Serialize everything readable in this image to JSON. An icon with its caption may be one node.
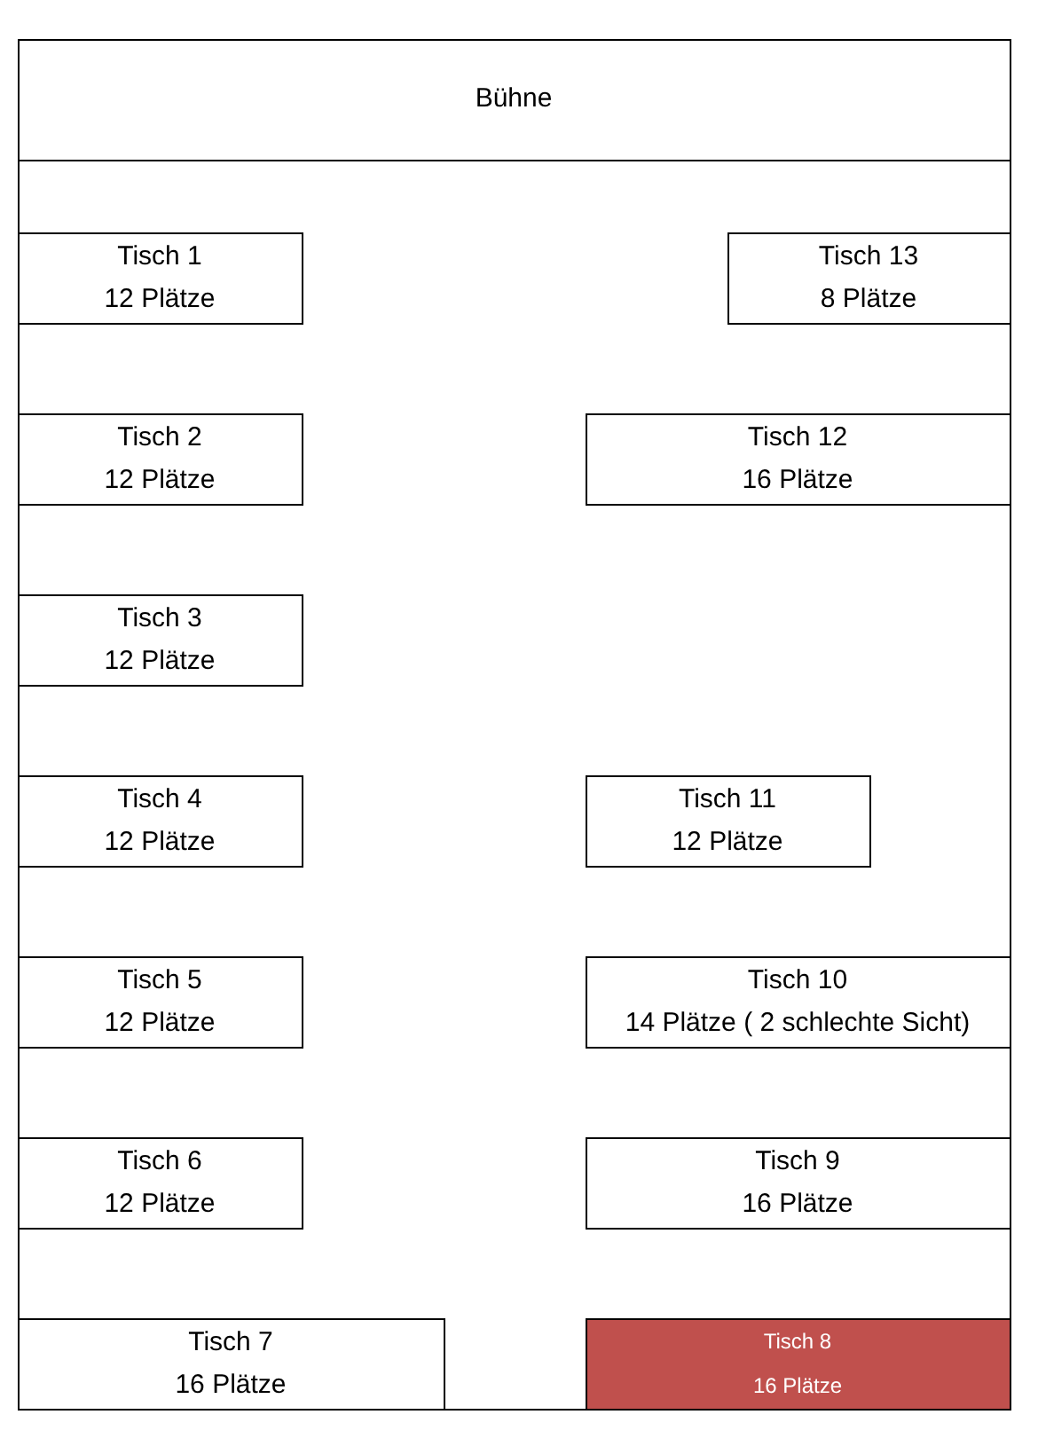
{
  "diagram": {
    "nodes": [
      {
        "text": [],
        "shape": "box"
      },
      {
        "text": [
          "Bühne"
        ],
        "in": 0
      },
      {
        "text": [
          "Tisch 1",
          "12 Plätze"
        ],
        "in": 0
      },
      {
        "text": [
          "Tisch 13",
          "8 Plätze"
        ],
        "in": 0
      },
      {
        "text": [
          "Tisch 2",
          "12 Plätze"
        ],
        "in": 0
      },
      {
        "text": [
          "Tisch 12",
          "16 Plätze"
        ],
        "in": 0
      },
      {
        "text": [
          "Tisch 3",
          "12 Plätze"
        ],
        "in": 0
      },
      {
        "text": [
          "Tisch 4",
          "12 Plätze"
        ],
        "in": 0
      },
      {
        "text": [
          "Tisch 11",
          "12 Plätze"
        ],
        "in": 0
      },
      {
        "text": [
          "Tisch 5",
          "12 Plätze"
        ],
        "in": 0
      },
      {
        "text": [
          "Tisch 10",
          "14 Plätze ( 2 schlechte Sicht)"
        ],
        "in": 0
      },
      {
        "text": [
          "Tisch 6",
          "12 Plätze"
        ],
        "in": 0
      },
      {
        "text": [
          "Tisch 9",
          "16 Plätze"
        ],
        "in": 0
      },
      {
        "text": [
          "Tisch 7",
          "16 Plätze"
        ],
        "in": 0
      },
      {
        "text": [
          "Tisch 8",
          "16 Plätze"
        ],
        "in": 0
      }
    ],
    "edges": []
  }
}
